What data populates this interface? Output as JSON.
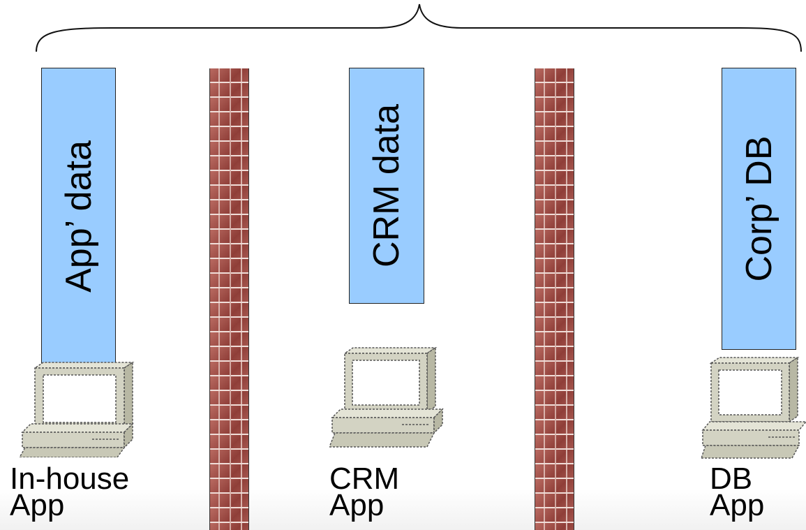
{
  "boxes": {
    "app_data": "App’ data",
    "crm_data": "CRM data",
    "corp_db": "Corp’ DB"
  },
  "labels": {
    "inhouse": [
      "In-house",
      "App"
    ],
    "crm": [
      "CRM",
      "App"
    ],
    "db": [
      "DB",
      "App"
    ]
  },
  "colors": {
    "data_box": "#99ccff",
    "brick": "#a24f49",
    "computer_body": "#d3d3c3"
  },
  "icons": [
    "brace-icon",
    "firewall-icon",
    "computer-icon"
  ]
}
